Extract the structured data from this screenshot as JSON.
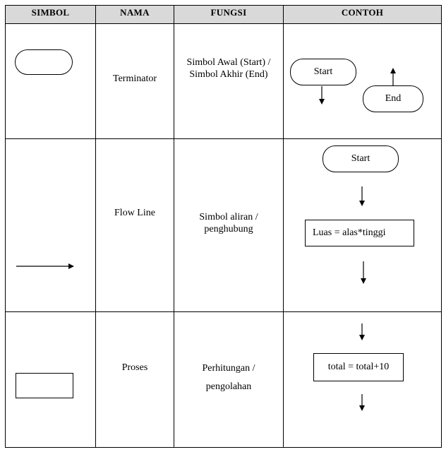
{
  "headers": {
    "simbol": "SIMBOL",
    "nama": "NAMA",
    "fungsi": "FUNGSI",
    "contoh": "CONTOH"
  },
  "rows": [
    {
      "nama": "Terminator",
      "fungsi_line1": "Simbol Awal (Start) /",
      "fungsi_line2": "Simbol Akhir (End)",
      "contoh": {
        "start_label": "Start",
        "end_label": "End"
      }
    },
    {
      "nama": "Flow Line",
      "fungsi_line1": "Simbol aliran /",
      "fungsi_line2": "penghubung",
      "contoh": {
        "start_label": "Start",
        "process_label": "Luas = alas*tinggi"
      }
    },
    {
      "nama": "Proses",
      "fungsi_line1": "Perhitungan /",
      "fungsi_line2": "pengolahan",
      "contoh": {
        "process_label": "total = total+10"
      }
    }
  ]
}
